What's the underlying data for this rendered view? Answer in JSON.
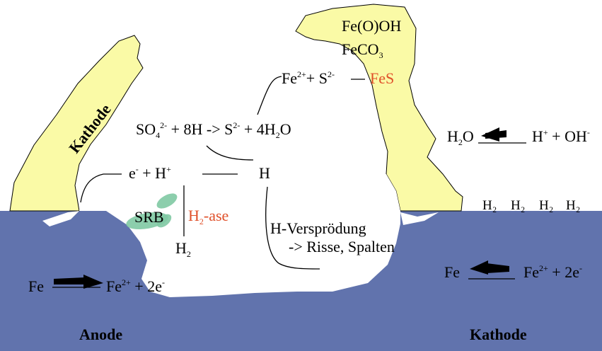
{
  "colors": {
    "metal": "#6173ad",
    "deposit": "#fafaa6",
    "bacteria": "#80c9a3",
    "highlight": "#e0502a",
    "cavity": "#ffffff"
  },
  "regions": {
    "kathode_left": "Kathode",
    "anode": "Anode",
    "kathode_right": "Kathode"
  },
  "deposits": {
    "product_1": "Fe(O)OH",
    "product_2_main": "FeCO",
    "product_2_sub": "3"
  },
  "reactions": {
    "fes": {
      "fe": "Fe",
      "fe_charge": "2+",
      "plus": "+ S",
      "s_charge": "2-",
      "product": "FeS"
    },
    "sulfate": {
      "so": "SO",
      "so_sub": "4",
      "so_charge": "2-",
      "middle": " + 8H -> S",
      "s_charge": "2-",
      "end": " + 4H",
      "h_sub": "2",
      "o": "O"
    },
    "proton": {
      "e": "e",
      "e_charge": "-",
      "plus": " + H",
      "h_charge": "+",
      "h_atom": "H"
    },
    "enzyme": {
      "srb": "SRB",
      "h2ase_h": "H",
      "h2ase_sub": "2",
      "h2ase_rest": "-ase",
      "h2": "H",
      "h2_sub": "2"
    },
    "embrittlement": {
      "line1": "H-Versprödung",
      "line2": "-> Risse, Spalten"
    },
    "water": {
      "h2o": "H",
      "h2o_sub": "2",
      "h2o_o": "O",
      "h": "H",
      "h_charge": "+",
      "oh": " + OH",
      "oh_charge": "-"
    },
    "hydrogen_row": [
      "H₂",
      "H₂",
      "H₂",
      "H₂"
    ],
    "anode_eq": {
      "fe": "Fe",
      "fe2": "Fe",
      "fe2_charge": "2+",
      "rest": " + 2e",
      "e_charge": "-"
    },
    "kathode_eq": {
      "fe": "Fe",
      "fe2": "Fe",
      "fe2_charge": "2+",
      "rest": " + 2e",
      "e_charge": "-"
    }
  }
}
